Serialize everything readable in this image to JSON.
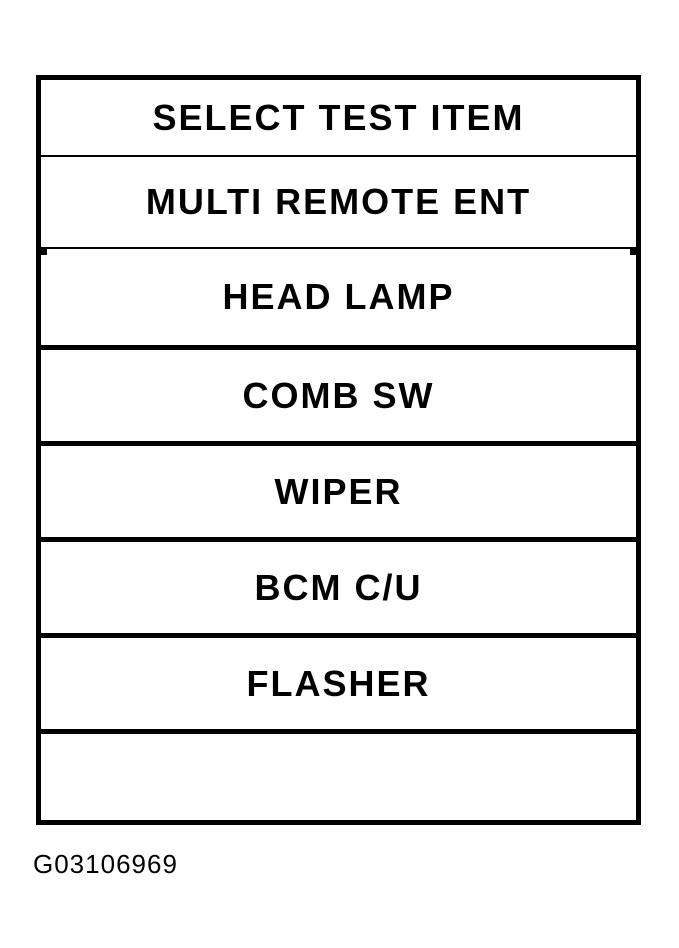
{
  "figure": {
    "id_label": "G03106969"
  },
  "colors": {
    "foreground": "#000000",
    "background": "#ffffff"
  },
  "menu": {
    "header": "SELECT TEST ITEM",
    "items": [
      {
        "label": "MULTI REMOTE ENT"
      },
      {
        "label": "HEAD LAMP"
      },
      {
        "label": "COMB SW"
      },
      {
        "label": "WIPER"
      },
      {
        "label": "BCM C/U"
      },
      {
        "label": "FLASHER"
      },
      {
        "label": ""
      }
    ]
  }
}
